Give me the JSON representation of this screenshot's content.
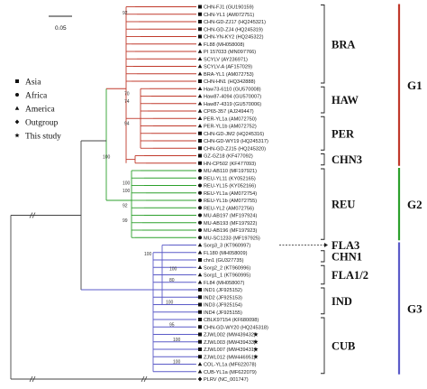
{
  "scale_label": "0.05",
  "legend": [
    {
      "shape": "square",
      "label": "Asia"
    },
    {
      "shape": "circle",
      "label": "Africa"
    },
    {
      "shape": "triangle",
      "label": "America"
    },
    {
      "shape": "diamond",
      "label": "Outgroup"
    },
    {
      "shape": "star",
      "label": "This study"
    }
  ],
  "colors": {
    "g1": "#c0392b",
    "g2": "#2ca02c",
    "g3": "#5b5bc8",
    "branch": "#444444"
  },
  "leaves": [
    {
      "name": "CHN-FJ1 (GU190159)",
      "sym": "square"
    },
    {
      "name": "CHN-YL1 (AM072751)",
      "sym": "square"
    },
    {
      "name": "CHN-GD-ZJ17 (HQ245321)",
      "sym": "square"
    },
    {
      "name": "CHN-GD-ZJ4 (HQ245319)",
      "sym": "square"
    },
    {
      "name": "CHN-YN-KY2 (HQ245322)",
      "sym": "square"
    },
    {
      "name": "FL88 (MH058008)",
      "sym": "triangle"
    },
    {
      "name": "PI 157033 (MN097766)",
      "sym": "triangle"
    },
    {
      "name": "SCYLV (AY236971)",
      "sym": "triangle"
    },
    {
      "name": "SCYLV-A (AF157029)",
      "sym": "triangle"
    },
    {
      "name": "BRA-YL1 (AM072753)",
      "sym": "triangle"
    },
    {
      "name": "CHN-HN1 (HQ342888)",
      "sym": "square"
    },
    {
      "name": "Haw73-6110 (GU570008)",
      "sym": "triangle"
    },
    {
      "name": "Haw87-4094 (GU570007)",
      "sym": "triangle"
    },
    {
      "name": "Haw87-4319 (GU570006)",
      "sym": "triangle"
    },
    {
      "name": "CP65-357 (AJ249447)",
      "sym": "triangle"
    },
    {
      "name": "PER-YL1a (AM072750)",
      "sym": "triangle"
    },
    {
      "name": "PER-YL1b (AM072752)",
      "sym": "triangle"
    },
    {
      "name": "CHN-GD-JM2 (HQ245316)",
      "sym": "square"
    },
    {
      "name": "CHN-GD-WY19 (HQ245317)",
      "sym": "square"
    },
    {
      "name": "CHN-GD-ZJ15 (HQ245320)",
      "sym": "square"
    },
    {
      "name": "GZ-GZ18 (KF477092)",
      "sym": "square"
    },
    {
      "name": "HN-CP502 (KF477093)",
      "sym": "square"
    },
    {
      "name": "MU-AB110 (MF197921)",
      "sym": "circle"
    },
    {
      "name": "REU-YL11 (KY052165)",
      "sym": "circle"
    },
    {
      "name": "REU-YL15 (KY052166)",
      "sym": "circle"
    },
    {
      "name": "REU-YL1a (AM072754)",
      "sym": "circle"
    },
    {
      "name": "REU-YL1b (AM072755)",
      "sym": "circle"
    },
    {
      "name": "REU-YL2 (AM072756)",
      "sym": "circle"
    },
    {
      "name": "MU-AB197 (MF197924)",
      "sym": "circle"
    },
    {
      "name": "MU-AB193 (MF197922)",
      "sym": "circle"
    },
    {
      "name": "MU-AB196 (MF197923)",
      "sym": "circle"
    },
    {
      "name": "MU-SC1233 (MF197925)",
      "sym": "circle"
    },
    {
      "name": "Sorg3_3 (KT960997)",
      "sym": "triangle"
    },
    {
      "name": "FL180 (MH058009)",
      "sym": "triangle"
    },
    {
      "name": "chn1 (GU327735)",
      "sym": "square"
    },
    {
      "name": "Sorg2_2 (KT960996)",
      "sym": "triangle"
    },
    {
      "name": "Sorg1_1 (KT960995)",
      "sym": "triangle"
    },
    {
      "name": "FL84 (MH058007)",
      "sym": "triangle"
    },
    {
      "name": "IND1 (JF925152)",
      "sym": "square"
    },
    {
      "name": "IND2 (JF925153)",
      "sym": "square"
    },
    {
      "name": "IND3 (JF925154)",
      "sym": "square"
    },
    {
      "name": "IND4 (JF925155)",
      "sym": "square"
    },
    {
      "name": "CBLK97154 (KF680098)",
      "sym": "square"
    },
    {
      "name": "CHN-GD-WY20 (HQ245318)",
      "sym": "square"
    },
    {
      "name": "ZJWL002 (MW439432)",
      "sym": "square"
    },
    {
      "name": "ZJWL003 (MW439433)",
      "sym": "square"
    },
    {
      "name": "ZJWL007 (MW439431)",
      "sym": "square"
    },
    {
      "name": "ZJWL012 (MW446951)",
      "sym": "square"
    },
    {
      "name": "COL-YL1a (MF622078)",
      "sym": "triangle"
    },
    {
      "name": "CUB-YL1a (MF622079)",
      "sym": "triangle"
    },
    {
      "name": "PLRV (NC_001747)",
      "sym": "diamond"
    }
  ],
  "star_leaves": [
    44,
    45,
    46,
    47
  ],
  "clades": [
    {
      "label": "BRA",
      "from": 0,
      "to": 10
    },
    {
      "label": "HAW",
      "from": 11,
      "to": 14
    },
    {
      "label": "PER",
      "from": 15,
      "to": 19
    },
    {
      "label": "CHN3",
      "from": 20,
      "to": 21
    },
    {
      "label": "REU",
      "from": 22,
      "to": 31
    },
    {
      "label": "FLA3",
      "from": 32,
      "to": 32
    },
    {
      "label": "CHN1",
      "from": 33,
      "to": 34
    },
    {
      "label": "FLA1/2",
      "from": 35,
      "to": 37
    },
    {
      "label": "IND",
      "from": 38,
      "to": 41
    },
    {
      "label": "CUB",
      "from": 42,
      "to": 49
    }
  ],
  "groups": [
    {
      "label": "G1",
      "color": "#c0392b"
    },
    {
      "label": "G2",
      "color": "#2ca02c"
    },
    {
      "label": "G3",
      "color": "#5b5bc8"
    }
  ],
  "bootstraps": [
    {
      "label": "92",
      "leaf": 1.5,
      "offset": -3
    },
    {
      "label": "70",
      "leaf": 12,
      "offset": 0
    },
    {
      "label": "74",
      "leaf": 13,
      "offset": 0
    },
    {
      "label": "94",
      "leaf": 16,
      "offset": 0
    },
    {
      "label": "100",
      "leaf": 20.5,
      "offset": 0
    },
    {
      "label": "100",
      "leaf": 24,
      "offset": 0
    },
    {
      "label": "92",
      "leaf": 27,
      "offset": 0
    },
    {
      "label": "99",
      "leaf": 29,
      "offset": 0
    },
    {
      "label": "100",
      "leaf": 33.5,
      "offset": 0
    },
    {
      "label": "100",
      "leaf": 35.5,
      "offset": 0
    },
    {
      "label": "80",
      "leaf": 37,
      "offset": 0
    },
    {
      "label": "100",
      "leaf": 40,
      "offset": 0
    },
    {
      "label": "95",
      "leaf": 43,
      "offset": 0
    },
    {
      "label": "100",
      "leaf": 45,
      "offset": 0
    },
    {
      "label": "100",
      "leaf": 48,
      "offset": 0
    },
    {
      "label": "100",
      "leaf": 25,
      "offset": 0
    }
  ]
}
